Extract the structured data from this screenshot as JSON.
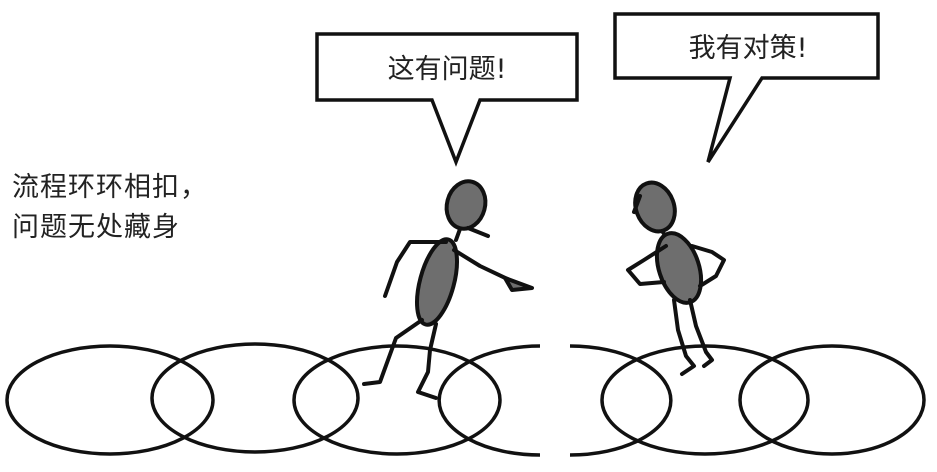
{
  "caption": {
    "line1": "流程环环相扣，",
    "line2": "问题无处藏身"
  },
  "speech": {
    "left": "这有问题!",
    "right": "我有对策!"
  },
  "colors": {
    "figure_fill": "#6e6e6e",
    "stroke": "#111111",
    "bubble_fill": "#ffffff"
  }
}
